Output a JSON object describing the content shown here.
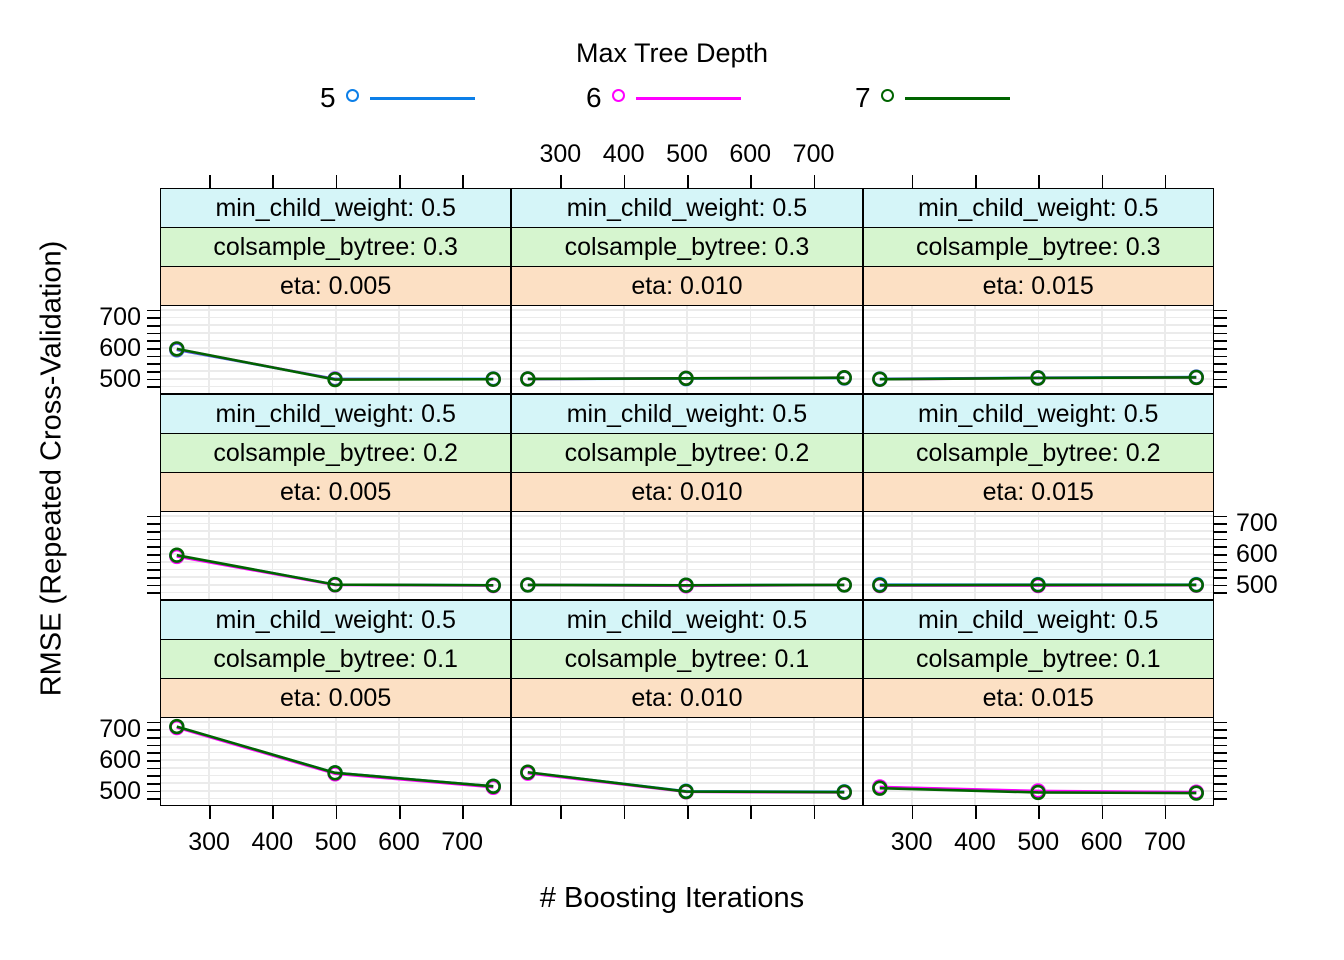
{
  "legend": {
    "title": "Max Tree Depth",
    "items": [
      {
        "label": "5",
        "color": "#0c7fe8",
        "symbol": "open-circle"
      },
      {
        "label": "6",
        "color": "#ff00ff",
        "symbol": "open-circle"
      },
      {
        "label": "7",
        "color": "#006400",
        "symbol": "open-circle"
      }
    ]
  },
  "axes": {
    "xlabel": "# Boosting Iterations",
    "ylabel": "RMSE (Repeated Cross-Validation)",
    "xticks": [
      300,
      400,
      500,
      600,
      700
    ],
    "xtick_labels": [
      "300",
      "400",
      "500",
      "600",
      "700"
    ],
    "yticks": [
      500,
      600,
      700
    ],
    "ytick_labels": [
      "500",
      "600",
      "700"
    ],
    "xlim": [
      225,
      775
    ],
    "ylim": [
      455,
      735
    ]
  },
  "strip_labels": {
    "min_child_weight": [
      "min_child_weight: 0.5",
      "min_child_weight: 0.5",
      "min_child_weight: 0.5"
    ],
    "colsample_row1": "colsample_bytree: 0.3",
    "colsample_row2": "colsample_bytree: 0.2",
    "colsample_row3": "colsample_bytree: 0.1",
    "eta": [
      "eta: 0.005",
      "eta: 0.010",
      "eta: 0.015"
    ]
  },
  "chart_data": {
    "type": "line",
    "title": "Max Tree Depth",
    "xlabel": "# Boosting Iterations",
    "ylabel": "RMSE (Repeated Cross-Validation)",
    "x": [
      250,
      500,
      750
    ],
    "xlim": [
      225,
      775
    ],
    "ylim": [
      455,
      735
    ],
    "grid": true,
    "legend_position": "top",
    "legend_entries": [
      "5",
      "6",
      "7"
    ],
    "colors": [
      "#0c7fe8",
      "#ff00ff",
      "#006400"
    ],
    "panel_rows": [
      {
        "colsample_bytree": 0.3,
        "min_child_weight": 0.5
      },
      {
        "colsample_bytree": 0.2,
        "min_child_weight": 0.5
      },
      {
        "colsample_bytree": 0.1,
        "min_child_weight": 0.5
      }
    ],
    "panel_cols": [
      {
        "eta": 0.005
      },
      {
        "eta": 0.01
      },
      {
        "eta": 0.015
      }
    ],
    "panels": [
      {
        "row": 0,
        "col": 0,
        "eta": 0.005,
        "colsample_bytree": 0.3,
        "min_child_weight": 0.5,
        "series": [
          {
            "name": "5",
            "values": [
              592,
              497,
              497
            ]
          },
          {
            "name": "6",
            "values": [
              594,
              496,
              496
            ]
          },
          {
            "name": "7",
            "values": [
              595,
              495,
              496
            ]
          }
        ]
      },
      {
        "row": 0,
        "col": 1,
        "eta": 0.01,
        "colsample_bytree": 0.3,
        "min_child_weight": 0.5,
        "series": [
          {
            "name": "5",
            "values": [
              497,
              498,
              500
            ]
          },
          {
            "name": "6",
            "values": [
              497,
              499,
              501
            ]
          },
          {
            "name": "7",
            "values": [
              497,
              499,
              501
            ]
          }
        ]
      },
      {
        "row": 0,
        "col": 2,
        "eta": 0.015,
        "colsample_bytree": 0.3,
        "min_child_weight": 0.5,
        "series": [
          {
            "name": "5",
            "values": [
              497,
              501,
              503
            ]
          },
          {
            "name": "6",
            "values": [
              496,
              500,
              502
            ]
          },
          {
            "name": "7",
            "values": [
              496,
              500,
              502
            ]
          }
        ]
      },
      {
        "row": 1,
        "col": 0,
        "eta": 0.005,
        "colsample_bytree": 0.2,
        "min_child_weight": 0.5,
        "series": [
          {
            "name": "5",
            "values": [
              593,
              498,
              496
            ]
          },
          {
            "name": "6",
            "values": [
              590,
              497,
              495
            ]
          },
          {
            "name": "7",
            "values": [
              594,
              498,
              496
            ]
          }
        ]
      },
      {
        "row": 1,
        "col": 1,
        "eta": 0.01,
        "colsample_bytree": 0.2,
        "min_child_weight": 0.5,
        "series": [
          {
            "name": "5",
            "values": [
              497,
              496,
              497
            ]
          },
          {
            "name": "6",
            "values": [
              497,
              494,
              497
            ]
          },
          {
            "name": "7",
            "values": [
              497,
              496,
              497
            ]
          }
        ]
      },
      {
        "row": 1,
        "col": 2,
        "eta": 0.015,
        "colsample_bytree": 0.2,
        "min_child_weight": 0.5,
        "series": [
          {
            "name": "5",
            "values": [
              498,
              498,
              498
            ]
          },
          {
            "name": "6",
            "values": [
              495,
              495,
              496
            ]
          },
          {
            "name": "7",
            "values": [
              496,
              497,
              497
            ]
          }
        ]
      },
      {
        "row": 2,
        "col": 0,
        "eta": 0.005,
        "colsample_bytree": 0.1,
        "min_child_weight": 0.5,
        "series": [
          {
            "name": "5",
            "values": [
              706,
              556,
              512
            ]
          },
          {
            "name": "6",
            "values": [
              704,
              553,
              509
            ]
          },
          {
            "name": "7",
            "values": [
              707,
              556,
              512
            ]
          }
        ]
      },
      {
        "row": 2,
        "col": 1,
        "eta": 0.01,
        "colsample_bytree": 0.1,
        "min_child_weight": 0.5,
        "series": [
          {
            "name": "5",
            "values": [
              557,
              496,
              494
            ]
          },
          {
            "name": "6",
            "values": [
              555,
              494,
              492
            ]
          },
          {
            "name": "7",
            "values": [
              558,
              495,
              493
            ]
          }
        ]
      },
      {
        "row": 2,
        "col": 2,
        "eta": 0.015,
        "colsample_bytree": 0.1,
        "min_child_weight": 0.5,
        "series": [
          {
            "name": "5",
            "values": [
              509,
              496,
              492
            ]
          },
          {
            "name": "6",
            "values": [
              510,
              497,
              493
            ]
          },
          {
            "name": "7",
            "values": [
              506,
              492,
              490
            ]
          }
        ]
      }
    ]
  }
}
